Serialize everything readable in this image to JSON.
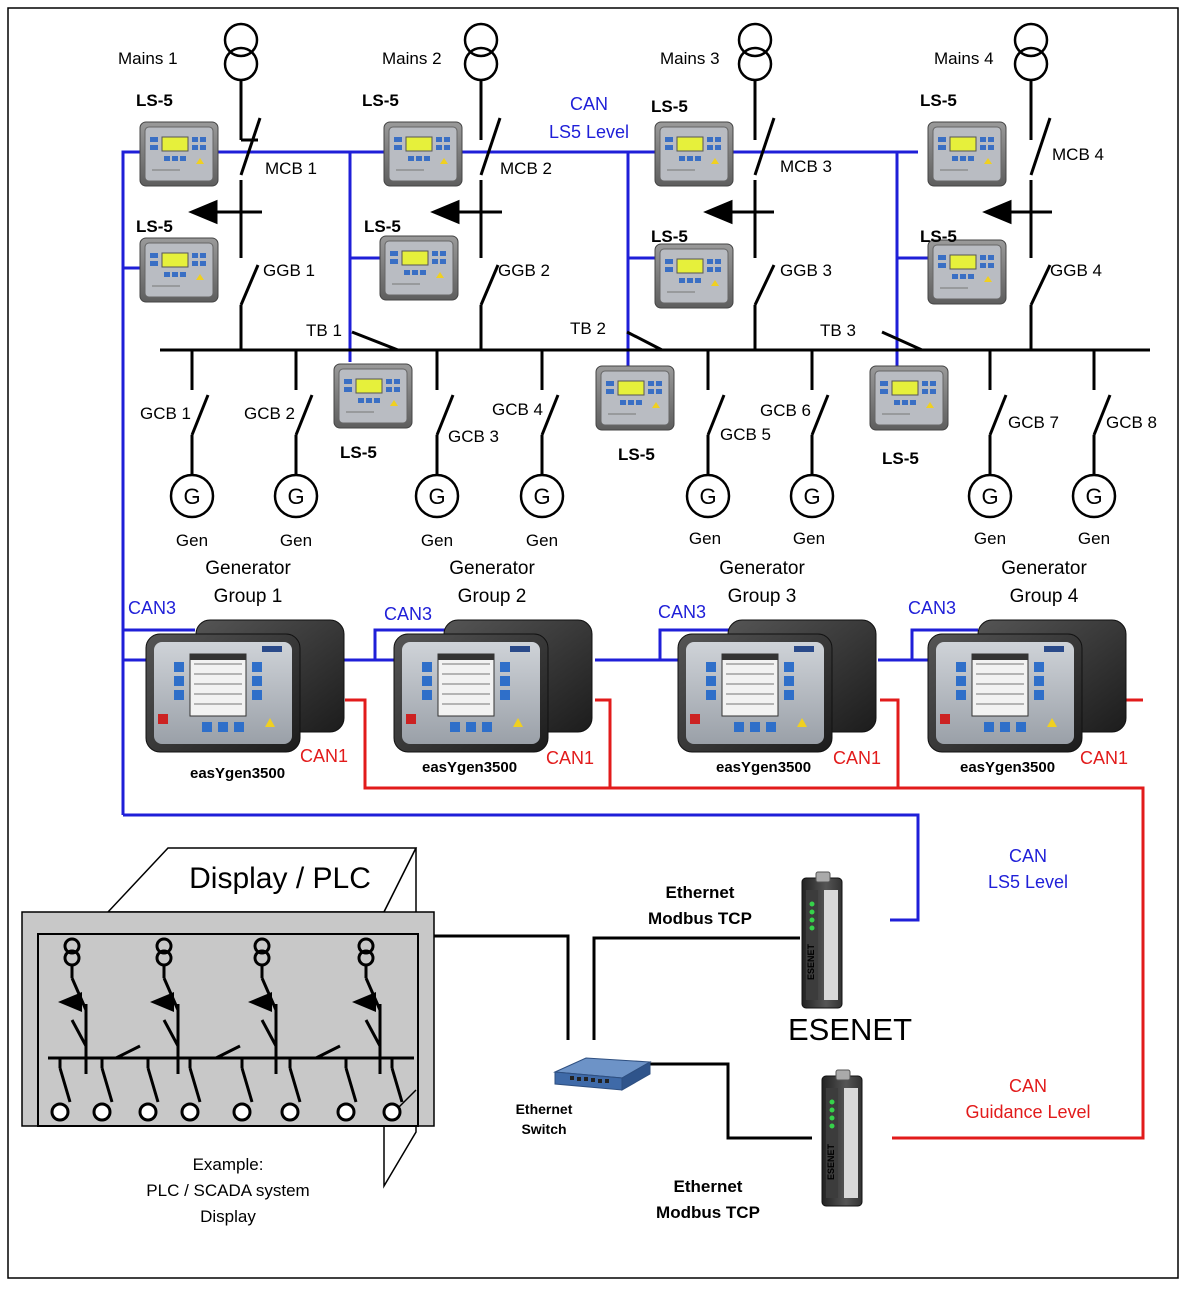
{
  "colors": {
    "can_ls5": "#1f1fd8",
    "can_guidance": "#e21b1b",
    "wire": "#000000",
    "panel": "#c8c8c8"
  },
  "mains": [
    "Mains 1",
    "Mains 2",
    "Mains 3",
    "Mains 4"
  ],
  "mcb": [
    "MCB 1",
    "MCB 2",
    "MCB 3",
    "MCB 4"
  ],
  "ggb": [
    "GGB 1",
    "GGB 2",
    "GGB 3",
    "GGB 4"
  ],
  "tb": [
    "TB 1",
    "TB 2",
    "TB 3"
  ],
  "gcb": [
    "GCB 1",
    "GCB 2",
    "GCB 3",
    "GCB 4",
    "GCB 5",
    "GCB 6",
    "GCB 7",
    "GCB 8"
  ],
  "ls5_label": "LS-5",
  "gen_symbol": "G",
  "gen_label": "Gen",
  "groups": [
    {
      "line1": "Generator",
      "line2": "Group 1"
    },
    {
      "line1": "Generator",
      "line2": "Group 2"
    },
    {
      "line1": "Generator",
      "line2": "Group 3"
    },
    {
      "line1": "Generator",
      "line2": "Group 4"
    }
  ],
  "can3": "CAN3",
  "can1": "CAN1",
  "easygen": "easYgen3500",
  "can_ls5_top": {
    "line1": "CAN",
    "line2": "LS5 Level"
  },
  "can_ls5_right": {
    "line1": "CAN",
    "line2": "LS5 Level"
  },
  "can_guidance": {
    "line1": "CAN",
    "line2": "Guidance Level"
  },
  "ethernet_top": {
    "line1": "Ethernet",
    "line2": "Modbus TCP"
  },
  "ethernet_bottom": {
    "line1": "Ethernet",
    "line2": "Modbus TCP"
  },
  "esenet_big": "ESENET",
  "esenet_device": "ESENET",
  "switch": {
    "line1": "Ethernet",
    "line2": "Switch"
  },
  "display_title": "Display / PLC",
  "example": {
    "line1": "Example:",
    "line2": "PLC / SCADA system",
    "line3": "Display"
  }
}
